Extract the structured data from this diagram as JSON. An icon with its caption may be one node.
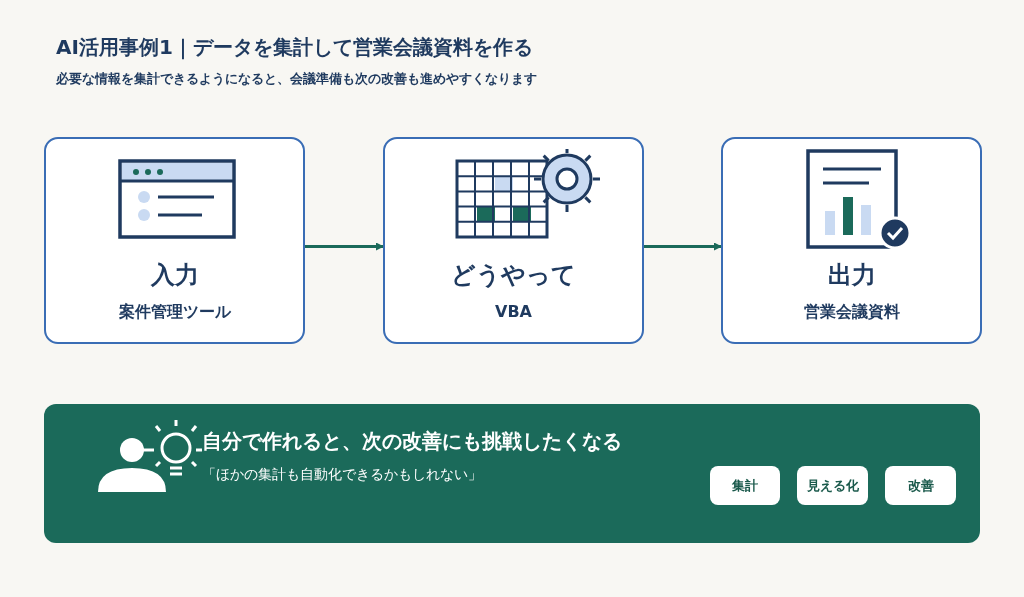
{
  "diagram": {
    "title": "AI活用事例1｜データを集計して営業会議資料を作る",
    "nodes": [
      {
        "text": [
          "入力",
          "案件管理ツール"
        ]
      },
      {
        "text": [
          "どうやって",
          "VBA"
        ]
      },
      {
        "text": [
          "出力",
          "営業会議資料"
        ]
      },
      {
        "text": [
          "自分で作れると、次の改善にも挑戦したくなる",
          "「ほかの集計も自動化できるかもしれない」"
        ]
      },
      {
        "text": [
          "集計"
        ],
        "in": 3
      },
      {
        "text": [
          "見える化"
        ],
        "in": 3
      },
      {
        "text": [
          "改善"
        ],
        "in": 3
      }
    ],
    "edges": [
      {
        "from": 0,
        "to": 1,
        "arrow": "to"
      },
      {
        "from": 1,
        "to": 2,
        "arrow": "to"
      }
    ],
    "labels": [
      "必要な情報を集計できるようになると、会議準備も次の改善も進めやすくなります"
    ]
  }
}
